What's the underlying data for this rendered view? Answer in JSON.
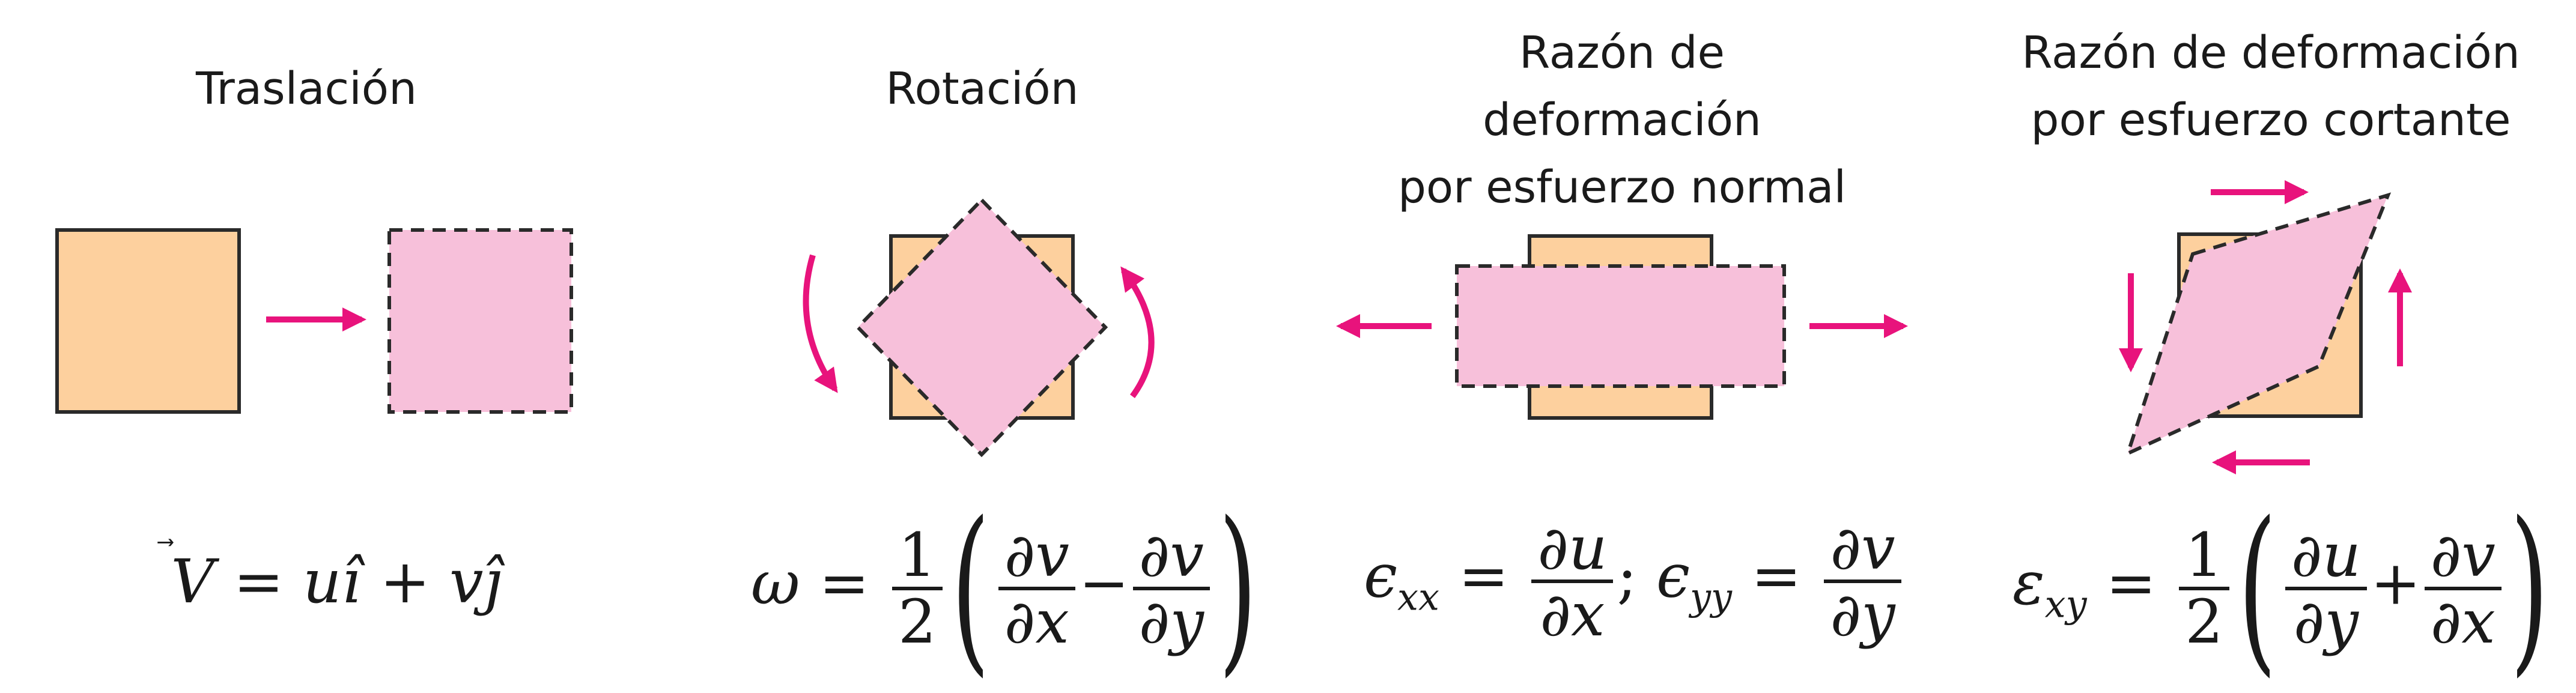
{
  "panels": [
    {
      "title_lines": [
        "Traslación"
      ]
    },
    {
      "title_lines": [
        "Rotación"
      ]
    },
    {
      "title_lines": [
        "Razón de deformación",
        "por esfuerzo normal"
      ]
    },
    {
      "title_lines": [
        "Razón de deformación",
        "por esfuerzo cortante"
      ]
    }
  ],
  "formulas": {
    "translation": {
      "lhs": "V",
      "eq": "=",
      "t1": "u",
      "i_hat": "î",
      "plus": "+",
      "t2": "v",
      "j_hat": "ĵ"
    },
    "rotation": {
      "lhs": "ω",
      "eq": "=",
      "half_num": "1",
      "half_den": "2",
      "f1_num": "∂v",
      "f1_den": "∂x",
      "minus": "−",
      "f2_num": "∂v",
      "f2_den": "∂y"
    },
    "normal": {
      "e1": "ϵ",
      "s1": "xx",
      "eq1": "=",
      "n1": "∂u",
      "d1": "∂x",
      "sep": ";",
      "e2": "ϵ",
      "s2": "yy",
      "eq2": "=",
      "n2": "∂v",
      "d2": "∂y"
    },
    "shear": {
      "lhs": "ε",
      "sub": "xy",
      "eq": "=",
      "half_num": "1",
      "half_den": "2",
      "f1_num": "∂u",
      "f1_den": "∂y",
      "plus": "+",
      "f2_num": "∂v",
      "f2_den": "∂x"
    }
  },
  "colors": {
    "orange_fill": "#fdd09e",
    "pink_fill": "#f7c0da",
    "arrow": "#e8137c",
    "stroke": "#2a2a2a"
  }
}
